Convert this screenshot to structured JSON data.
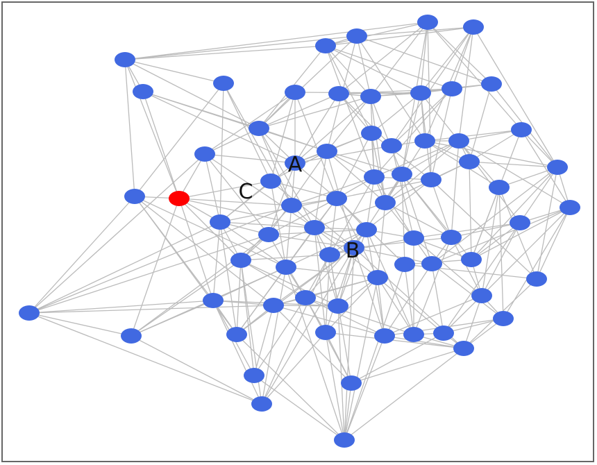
{
  "graph": {
    "node_labels": {
      "A": "A",
      "B": "B",
      "C": "C"
    },
    "node_color": "#4169e1",
    "highlight_node_color": "#ff0000",
    "edge_color": "#bbbbbb",
    "node_count": 69,
    "highlighted_node_count": 1
  }
}
